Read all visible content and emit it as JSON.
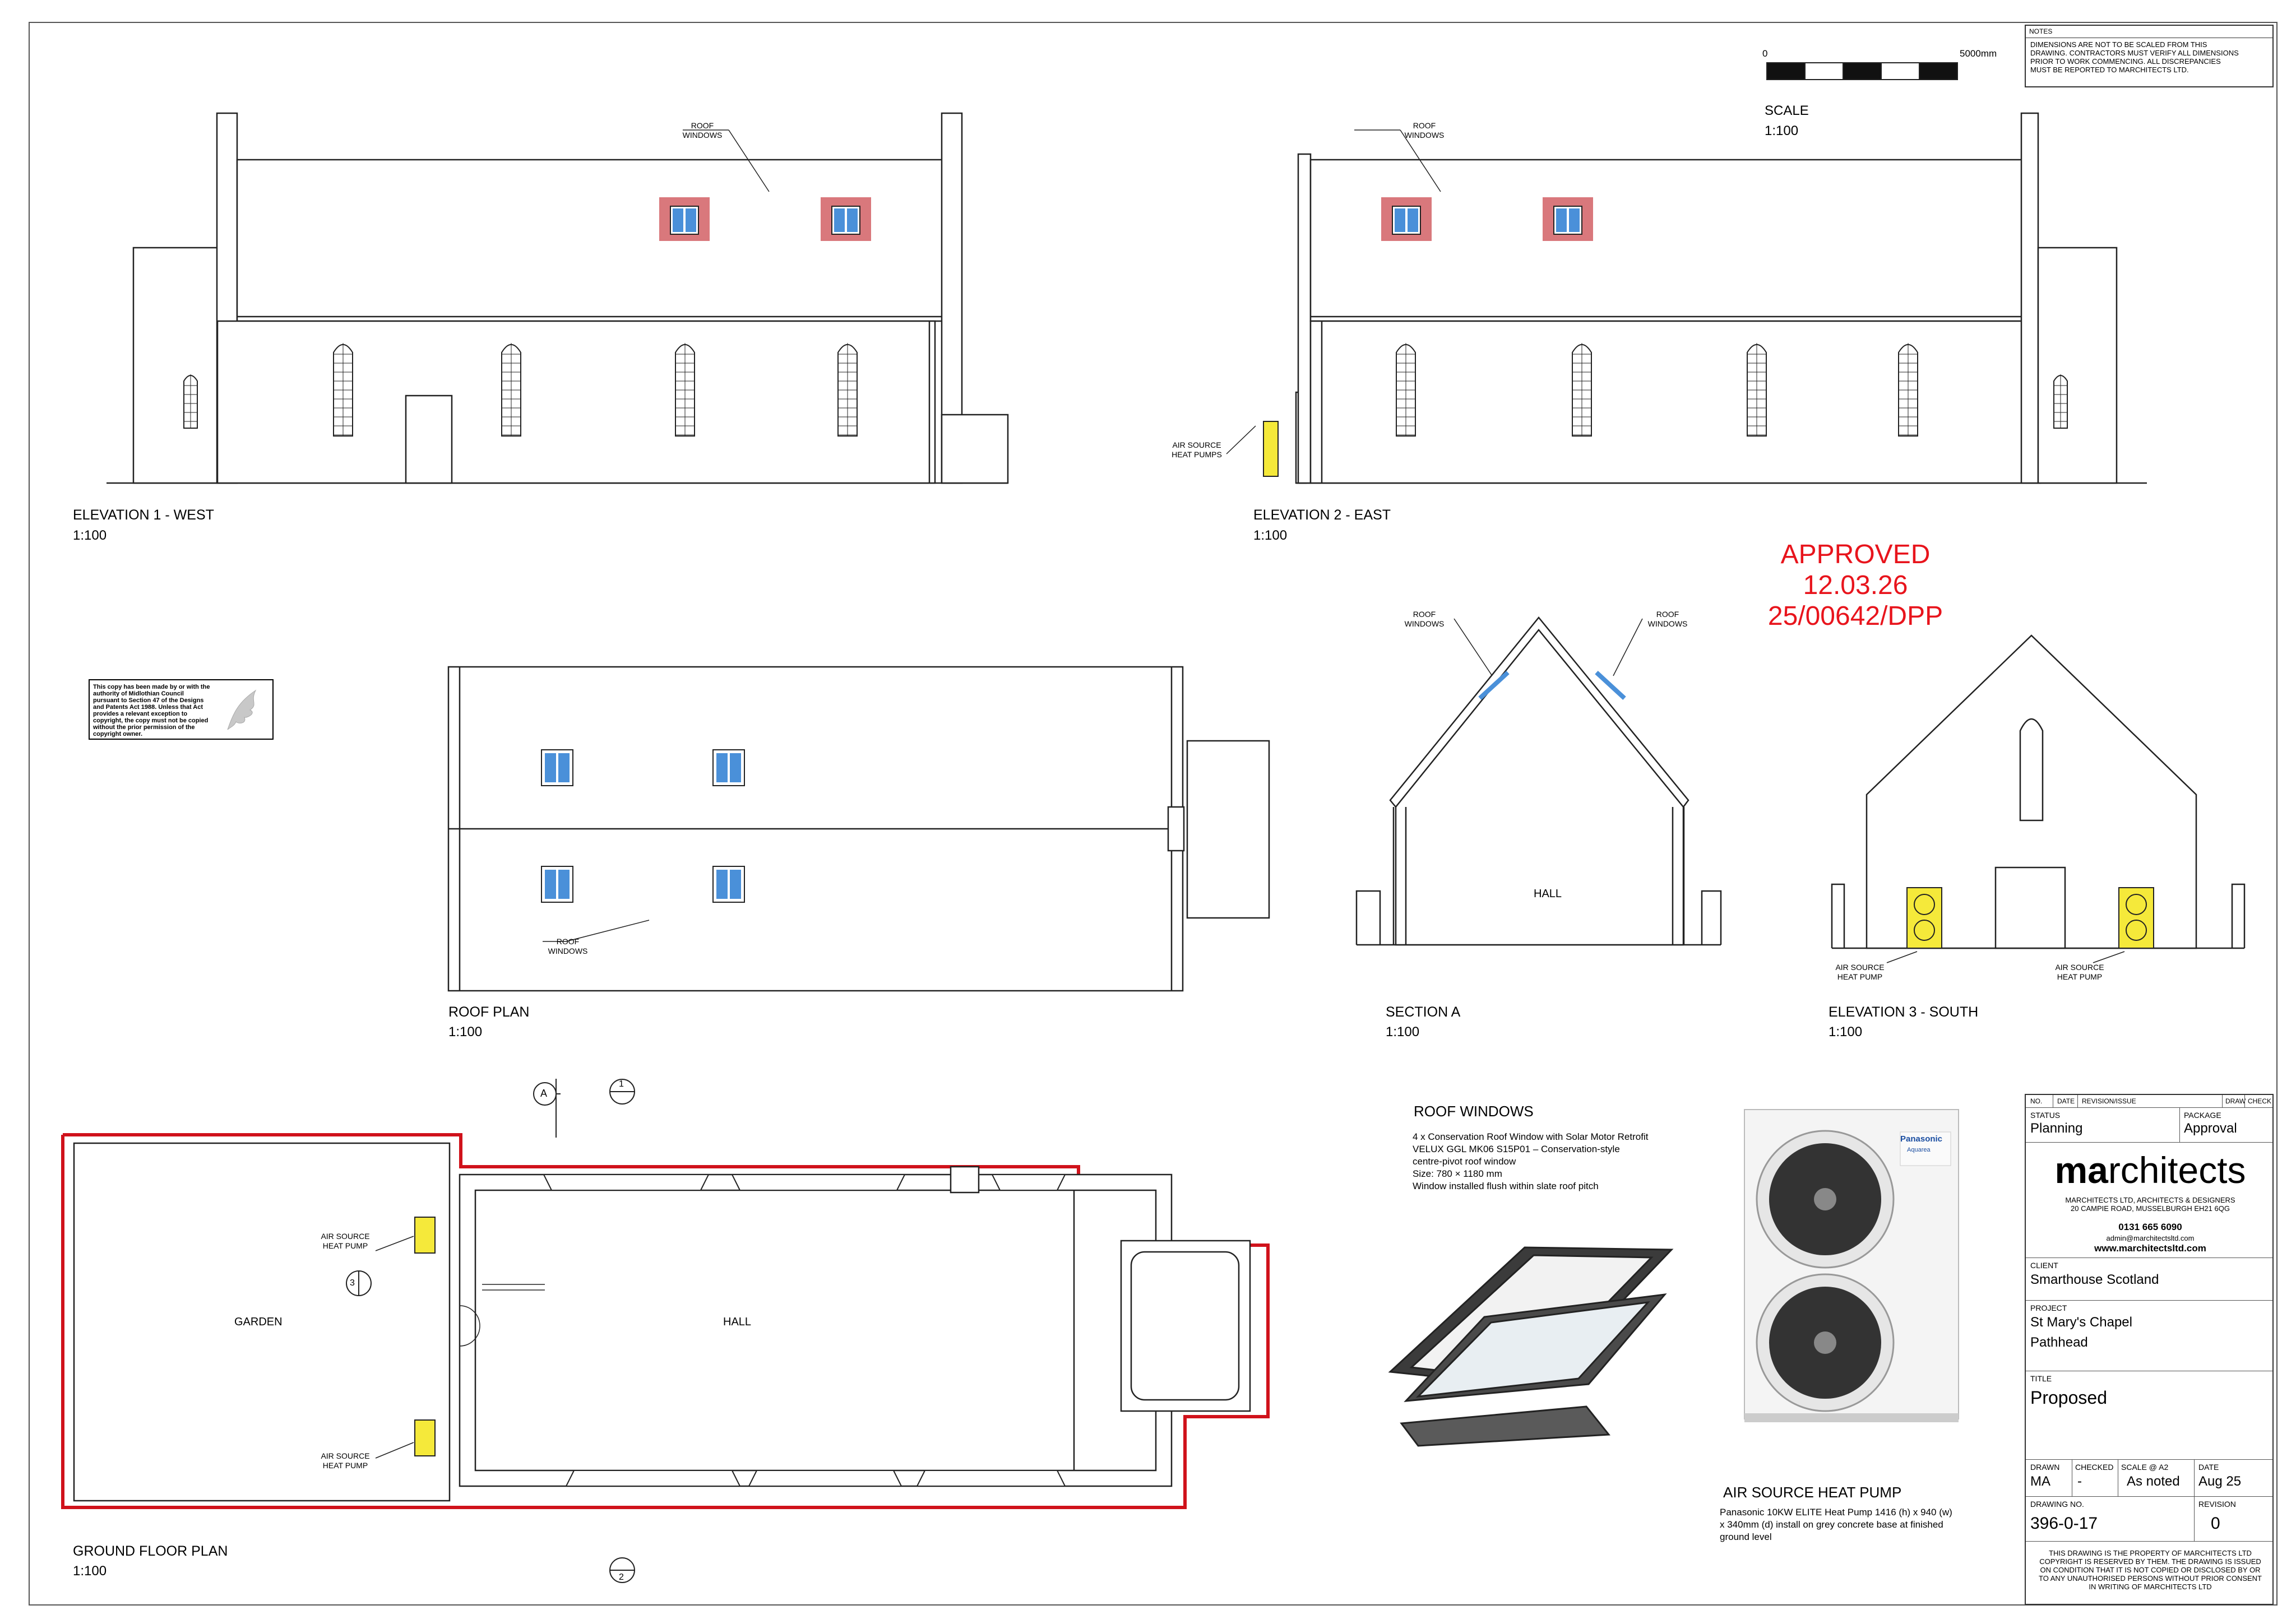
{
  "elevation_west": {
    "title": "ELEVATION 1 - WEST",
    "scale": "1:100",
    "roof_windows_label": [
      "ROOF",
      "WINDOWS"
    ]
  },
  "elevation_east": {
    "title": "ELEVATION 2 - EAST",
    "scale": "1:100",
    "roof_windows_label": [
      "ROOF",
      "WINDOWS"
    ],
    "heat_pumps_label": [
      "AIR SOURCE",
      "HEAT PUMPS"
    ]
  },
  "roof_plan": {
    "title": "ROOF PLAN",
    "scale": "1:100",
    "roof_windows_label": [
      "ROOF",
      "WINDOWS"
    ]
  },
  "section_a": {
    "title": "SECTION A",
    "scale": "1:100",
    "roof_windows_left": [
      "ROOF",
      "WINDOWS"
    ],
    "roof_windows_right": [
      "ROOF",
      "WINDOWS"
    ],
    "room": "HALL"
  },
  "elevation_south": {
    "title": "ELEVATION 3 - SOUTH",
    "scale": "1:100",
    "heat_pump_left": [
      "AIR SOURCE",
      "HEAT PUMP"
    ],
    "heat_pump_right": [
      "AIR SOURCE",
      "HEAT PUMP"
    ]
  },
  "ground_floor": {
    "title": "GROUND FLOOR PLAN",
    "scale": "1:100",
    "garden": "GARDEN",
    "hall": "HALL",
    "heat_pump_top": [
      "AIR SOURCE",
      "HEAT PUMP"
    ],
    "heat_pump_bottom": [
      "AIR SOURCE",
      "HEAT PUMP"
    ],
    "marker_a": "A",
    "marker_1": "1",
    "marker_2": "2",
    "marker_3": "3"
  },
  "scale_bar": {
    "start": "0",
    "end": "5000mm",
    "label": "SCALE",
    "ratio": "1:100"
  },
  "approved": {
    "line1": "APPROVED",
    "line2": "12.03.26",
    "line3": "25/00642/DPP",
    "color": "#e8141c"
  },
  "copyright_notice": "This copy has been made by or with the authority of Midlothian Council pursuant to Section 47 of the Designs and Patents Act 1988. Unless that Act provides a relevant exception to copyright, the copy must not be copied without the prior permission of the copyright owner.",
  "roof_windows_spec": {
    "heading": "ROOF WINDOWS",
    "lines": [
      "4 x Conservation Roof Window with Solar Motor Retrofit",
      "VELUX GGL MK06 S15P01 – Conservation-style",
      "centre-pivot roof window",
      "Size: 780 × 1180 mm",
      "Window installed flush within slate roof pitch"
    ]
  },
  "heat_pump_spec": {
    "heading": "AIR SOURCE HEAT PUMP",
    "lines": [
      "Panasonic 10KW ELITE Heat Pump 1416 (h) x 940 (w)",
      "x 340mm (d) install on grey concrete base at finished",
      "ground level"
    ],
    "unit_brand": "Panasonic",
    "unit_sub": "Aquarea"
  },
  "notes": {
    "heading": "NOTES",
    "text": [
      "DIMENSIONS ARE NOT TO BE SCALED FROM THIS",
      "DRAWING. CONTRACTORS MUST VERIFY ALL DIMENSIONS",
      "PRIOR TO WORK COMMENCING. ALL DISCREPANCIES",
      "MUST BE REPORTED TO MARCHITECTS LTD."
    ]
  },
  "title_block": {
    "rev_headers": [
      "NO.",
      "DATE",
      "REVISION/ISSUE",
      "DRAW",
      "CHECK"
    ],
    "status_label": "STATUS",
    "status": "Planning",
    "package_label": "PACKAGE",
    "package": "Approval",
    "logo_bold": "ma",
    "logo_rest": "rchitects",
    "company_lines": [
      "MARCHITECTS LTD, ARCHITECTS & DESIGNERS",
      "20 CAMPIE ROAD, MUSSELBURGH EH21 6QG"
    ],
    "phone": "0131 665 6090",
    "email": "admin@marchitectsltd.com",
    "web": "www.marchitectsltd.com",
    "client_label": "CLIENT",
    "client": "Smarthouse Scotland",
    "project_label": "PROJECT",
    "project_line1": "St Mary's Chapel",
    "project_line2": "Pathhead",
    "title_label": "TITLE",
    "title": "Proposed",
    "drawn_label": "DRAWN",
    "drawn": "MA",
    "checked_label": "CHECKED",
    "checked": "-",
    "scale_label": "SCALE @ A2",
    "scale": "As noted",
    "date_label": "DATE",
    "date": "Aug 25",
    "drawing_no_label": "DRAWING NO.",
    "drawing_no": "396-0-17",
    "revision_label": "REVISION",
    "revision": "0",
    "legal": [
      "THIS DRAWING IS THE PROPERTY OF MARCHITECTS LTD",
      "COPYRIGHT IS RESERVED BY THEM. THE DRAWING IS ISSUED",
      "ON CONDITION THAT IT IS NOT COPIED OR DISCLOSED BY OR",
      "TO ANY UNAUTHORISED PERSONS WITHOUT PRIOR CONSENT",
      "IN WRITING OF MARCHITECTS LTD"
    ]
  },
  "colors": {
    "line": "#222222",
    "window_glass": "#4a90d9",
    "window_surround": "#d9787c",
    "heat_pump": "#f5e93a",
    "site_boundary": "#d0121b"
  }
}
